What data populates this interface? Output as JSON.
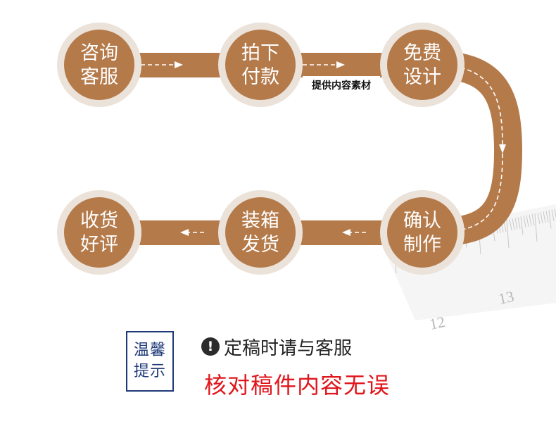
{
  "colors": {
    "brown": "#b57a4a",
    "brown_dark": "#a56a3c",
    "ring": "#ebe2da",
    "dash": "#ffffff",
    "notice_blue": "#1f3a78",
    "warning_red": "#e0161c"
  },
  "steps": [
    {
      "line1": "咨询",
      "line2": "客服"
    },
    {
      "line1": "拍下",
      "line2": "付款"
    },
    {
      "line1": "免费",
      "line2": "设计"
    },
    {
      "line1": "确认",
      "line2": "制作"
    },
    {
      "line1": "装箱",
      "line2": "发货"
    },
    {
      "line1": "收货",
      "line2": "好评"
    }
  ],
  "connector_caption": "提供内容素材",
  "ruler": {
    "labels": [
      "12",
      "13"
    ]
  },
  "notice": {
    "box_line1": "温馨",
    "box_line2": "提示",
    "icon": "exclamation-icon",
    "line1": "定稿时请与客服",
    "line2": "核对稿件内容无误"
  }
}
